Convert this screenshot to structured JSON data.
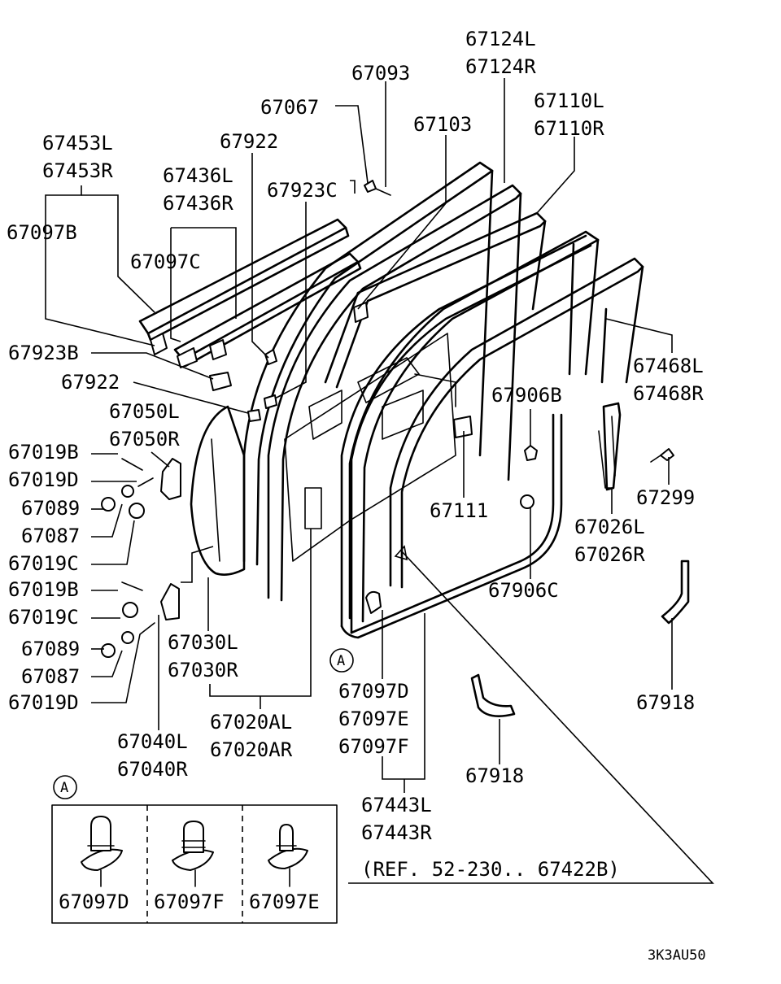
{
  "labels": {
    "l67124L": "67124L",
    "l67124R": "67124R",
    "l67093": "67093",
    "l67110L": "67110L",
    "l67110R": "67110R",
    "l67067": "67067",
    "l67103": "67103",
    "l67453L": "67453L",
    "l67453R": "67453R",
    "l67922a": "67922",
    "l67436L": "67436L",
    "l67436R": "67436R",
    "l67923C": "67923C",
    "l67097B": "67097B",
    "l67097C": "67097C",
    "l67923B": "67923B",
    "l67468L": "67468L",
    "l67468R": "67468R",
    "l67922b": "67922",
    "l67906B": "67906B",
    "l67050L": "67050L",
    "l67050R": "67050R",
    "l67019B_1": "67019B",
    "l67019D_1": "67019D",
    "l67089_1": "67089",
    "l67087_1": "67087",
    "l67019C_1": "67019C",
    "l67019B_2": "67019B",
    "l67019C_2": "67019C",
    "l67089_2": "67089",
    "l67087_2": "67087",
    "l67019D_2": "67019D",
    "l67299": "67299",
    "l67111": "67111",
    "l67026L": "67026L",
    "l67026R": "67026R",
    "l67906C": "67906C",
    "l67030L": "67030L",
    "l67030R": "67030R",
    "l67097D": "67097D",
    "l67097E": "67097E",
    "l67097F": "67097F",
    "l67020AL": "67020AL",
    "l67020AR": "67020AR",
    "l67040L": "67040L",
    "l67040R": "67040R",
    "l67918a": "67918",
    "l67918b": "67918",
    "l67443L": "67443L",
    "l67443R": "67443R",
    "ref": "(REF. 52-230.. 67422B)",
    "detailMarker": "A",
    "insetMarker": "A",
    "insetD": "67097D",
    "insetF": "67097F",
    "insetE": "67097E",
    "code": "3K3AU50"
  }
}
